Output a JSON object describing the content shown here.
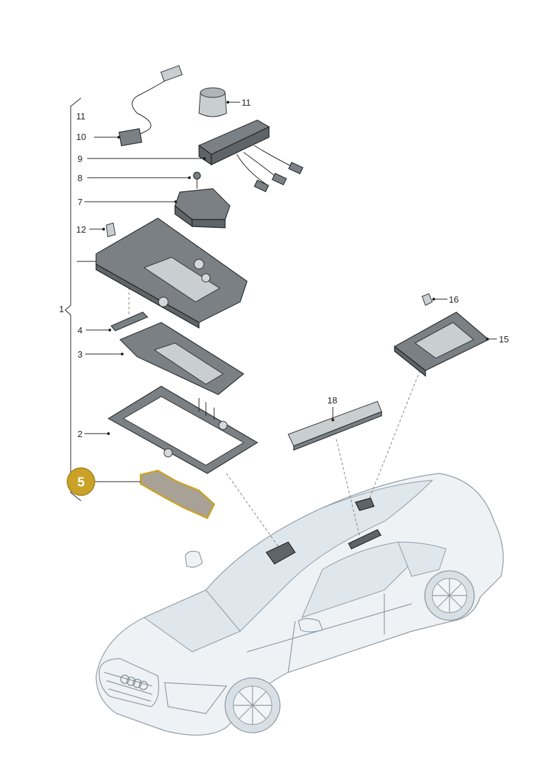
{
  "diagram": {
    "callouts": [
      {
        "id": "c1",
        "label": "1"
      },
      {
        "id": "c2",
        "label": "2"
      },
      {
        "id": "c3",
        "label": "3"
      },
      {
        "id": "c4",
        "label": "4"
      },
      {
        "id": "c7",
        "label": "7"
      },
      {
        "id": "c8",
        "label": "8"
      },
      {
        "id": "c9",
        "label": "9"
      },
      {
        "id": "c10",
        "label": "10"
      },
      {
        "id": "c11a",
        "label": "11"
      },
      {
        "id": "c11b",
        "label": "11"
      },
      {
        "id": "c12",
        "label": "12"
      },
      {
        "id": "c15",
        "label": "15"
      },
      {
        "id": "c16",
        "label": "16"
      },
      {
        "id": "c18",
        "label": "18"
      }
    ],
    "highlight": {
      "label": "5",
      "color": "#c9a227"
    }
  }
}
